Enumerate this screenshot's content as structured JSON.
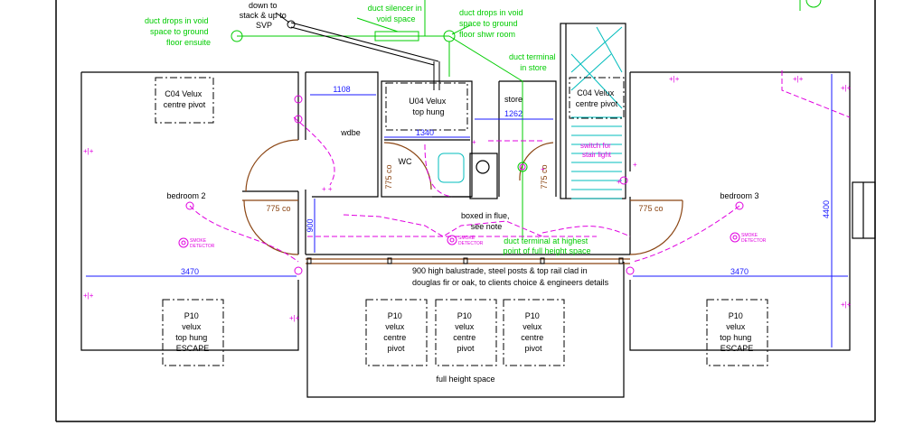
{
  "annotations": {
    "down_to_stack": [
      "down to",
      "stack & up to",
      "SVP"
    ],
    "duct_drops_ensuite": [
      "duct drops in void",
      "space to ground",
      "floor ensuite"
    ],
    "duct_silencer": [
      "duct silencer in",
      "void space"
    ],
    "duct_drops_shwr": [
      "duct drops in void",
      "space to ground",
      "floor shwr room"
    ],
    "duct_terminal_store": [
      "duct terminal",
      "in store"
    ],
    "duct_terminal_highest": [
      "duct terminal at highest",
      "point of full height space"
    ],
    "boxed_flue": [
      "boxed in flue,",
      "see note"
    ],
    "balustrade": [
      "900 high balustrade, steel posts & top rail clad in",
      "douglas fir or oak, to clients choice & engineers details"
    ],
    "full_height_space": "full height space",
    "switch_stair": [
      "switch for",
      "stair light"
    ]
  },
  "rooms": {
    "bedroom2": "bedroom 2",
    "bedroom3": "bedroom 3",
    "wdbe": "wdbe",
    "wc": "WC",
    "store": "store"
  },
  "windows": {
    "c04_left": [
      "C04 Velux",
      "centre pivot"
    ],
    "c04_right": [
      "C04 Velux",
      "centre pivot"
    ],
    "u04": [
      "U04 Velux",
      "top hung"
    ],
    "p10_left": [
      "P10",
      "velux",
      "top hung",
      "ESCAPE"
    ],
    "p10_c1": [
      "P10",
      "velux",
      "centre",
      "pivot"
    ],
    "p10_c2": [
      "P10",
      "velux",
      "centre",
      "pivot"
    ],
    "p10_c3": [
      "P10",
      "velux",
      "centre",
      "pivot"
    ],
    "p10_right": [
      "P10",
      "velux",
      "top hung",
      "ESCAPE"
    ]
  },
  "dimensions": {
    "d1108": "1108",
    "d1340": "1340",
    "d1262": "1262",
    "d3470_left": "3470",
    "d3470_right": "3470",
    "d900": "900",
    "d4400": "4400",
    "d775_wc": "775 co",
    "d775_store": "775 co",
    "d775_bed2": "775 co",
    "d775_bed3": "775 co"
  },
  "smoke_detector": [
    "SMOKE",
    "DETECTOR"
  ],
  "colors": {
    "dimension": "#1a1aff",
    "duct": "#00cc00",
    "electrical": "#e000e0",
    "door_swing": "#8b4513",
    "stair": "#00bcbc"
  }
}
